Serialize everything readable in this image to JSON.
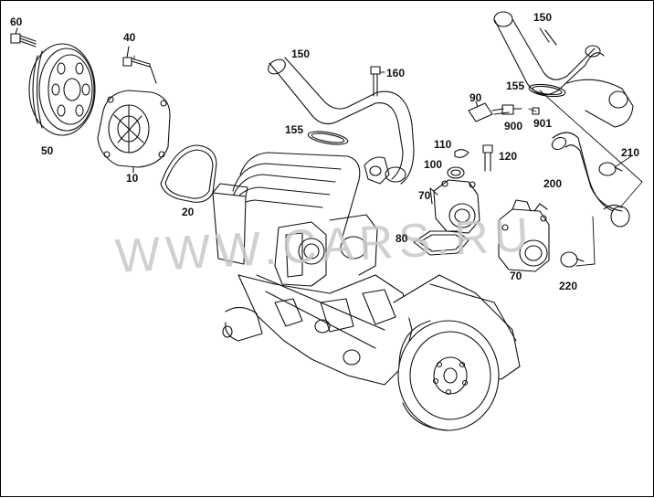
{
  "watermark": "WWW.CARS.RU",
  "labels": {
    "p60": "60",
    "p40": "40",
    "p50": "50",
    "p10": "10",
    "p20": "20",
    "p150a": "150",
    "p160": "160",
    "p155a": "155",
    "p150b": "150",
    "p155b": "155",
    "p90": "90",
    "p900": "900",
    "p901": "901",
    "p110": "110",
    "p120": "120",
    "p100": "100",
    "p70a": "70",
    "p80": "80",
    "p70b": "70",
    "p210": "210",
    "p200": "200",
    "p220": "220"
  },
  "colors": {
    "line": "#111111",
    "watermark": "#c8c8c8"
  }
}
